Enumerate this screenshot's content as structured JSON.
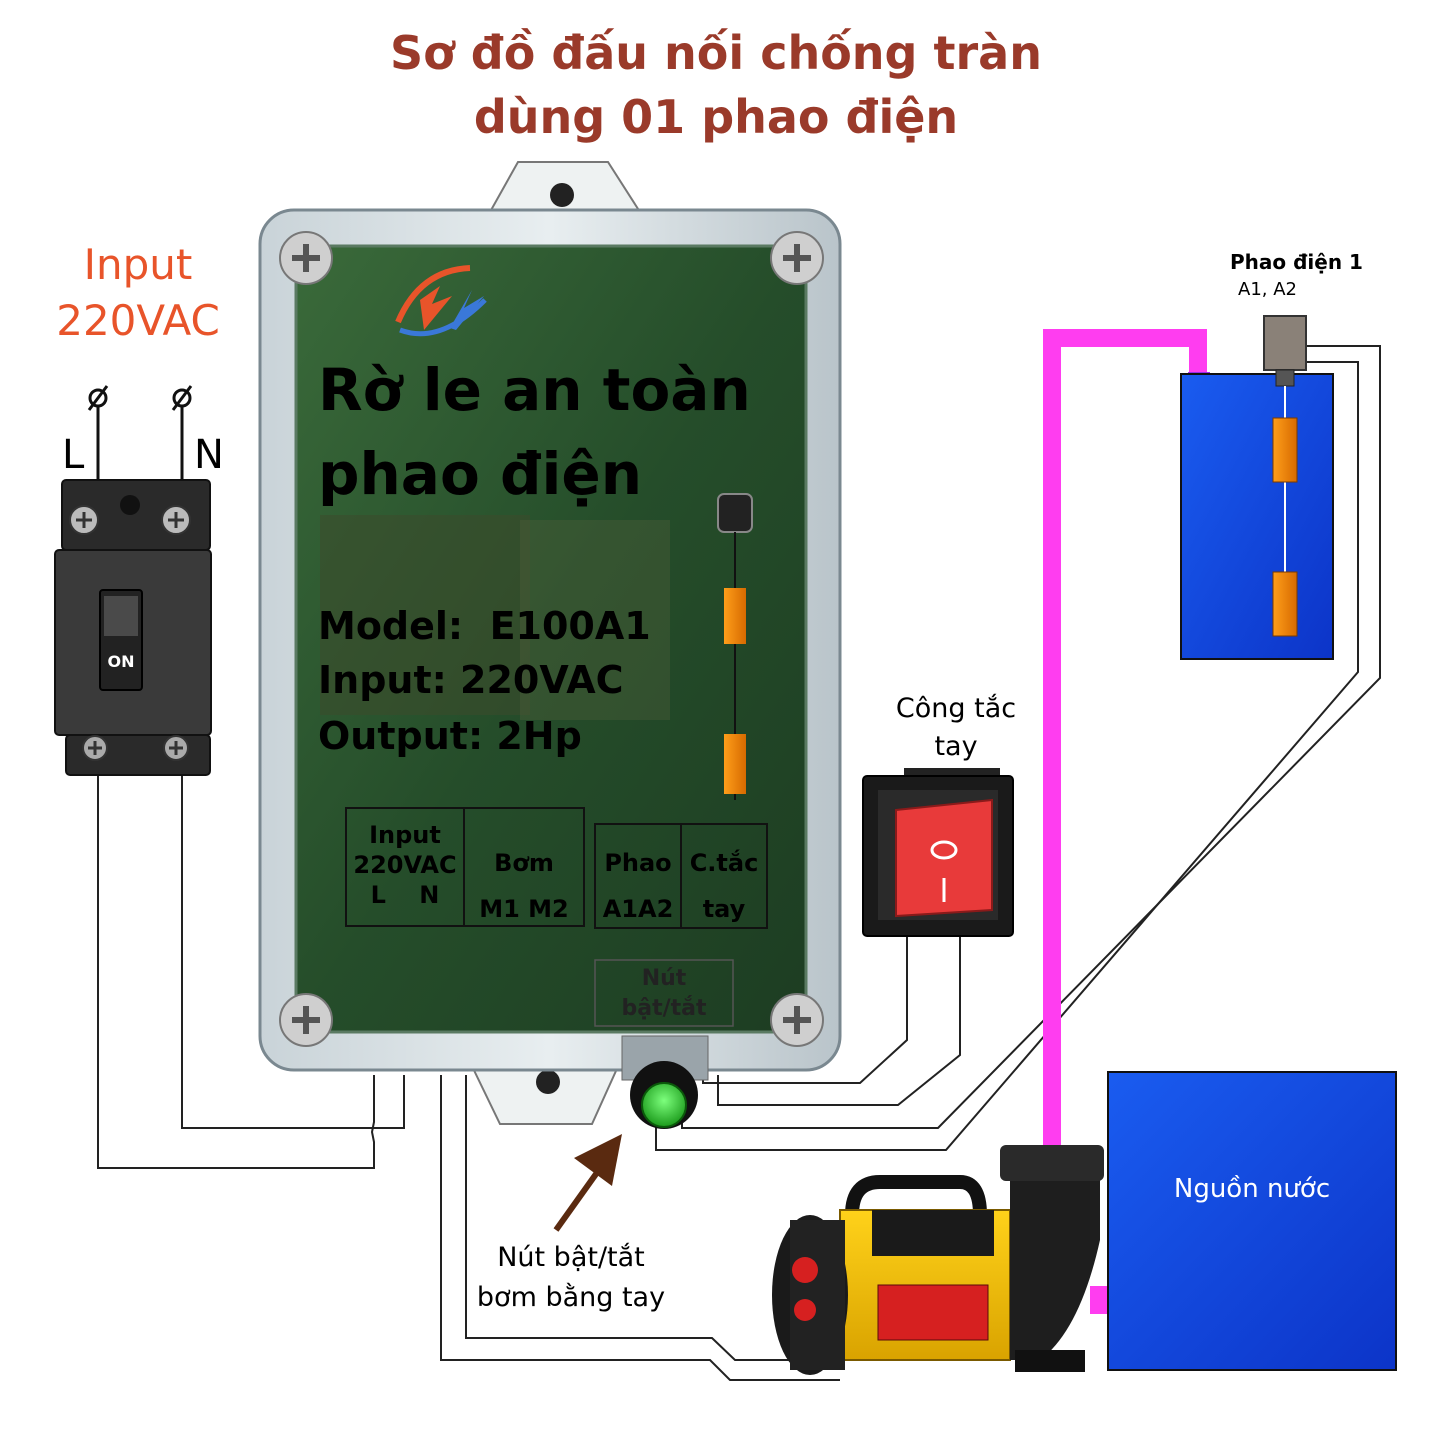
{
  "title": {
    "line1": "Sơ đồ đấu nối chống tràn",
    "line2": "dùng 01 phao điện"
  },
  "input_label": {
    "line1": "Input",
    "line2": "220VAC"
  },
  "breaker": {
    "left_terminal": "L",
    "right_terminal": "N",
    "switch_text": "ON"
  },
  "relay_box": {
    "name_line1": "Rờ le an toàn",
    "name_line2": "phao điện",
    "model": "Model:  E100A1",
    "input": "Input: 220VAC",
    "output": "Output: 2Hp"
  },
  "terminals": {
    "input": {
      "line1": "Input",
      "line2": "220VAC",
      "line3": "L    N"
    },
    "pump": {
      "line1": "Bơm",
      "line2": "M1 M2"
    },
    "float": {
      "line1": "Phao",
      "line2": "A1A2"
    },
    "switch": {
      "line1": "C.tắc",
      "line2": "tay"
    },
    "button": {
      "line1": "Nút",
      "line2": "bật/tắt"
    }
  },
  "manual_switch_label": {
    "line1": "Công tắc",
    "line2": "tay"
  },
  "float_label": {
    "line1": "Phao điện 1",
    "line2": "A1, A2"
  },
  "water_source_label": "Nguồn nước",
  "button_note": {
    "line1": "Nút bật/tắt",
    "line2": "bơm bằng tay"
  },
  "colors": {
    "title": "#9a3a2a",
    "input_label": "#e8542a",
    "pipe": "#ff3df0",
    "tank": "#1a4fe0",
    "float_body": "#f28a12"
  }
}
